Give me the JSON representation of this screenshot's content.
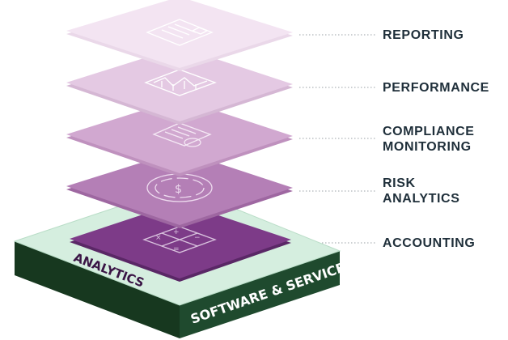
{
  "layers": [
    {
      "id": "reporting",
      "icon": "report-document-icon",
      "label_lines": [
        "REPORTING"
      ]
    },
    {
      "id": "performance",
      "icon": "trend-chart-icon",
      "label_lines": [
        "PERFORMANCE"
      ]
    },
    {
      "id": "compliance-monitoring",
      "icon": "compliance-document-icon",
      "label_lines": [
        "COMPLIANCE",
        "MONITORING"
      ]
    },
    {
      "id": "risk-analytics",
      "icon": "dollar-cycle-icon",
      "label_lines": [
        "RISK",
        "ANALYTICS"
      ]
    },
    {
      "id": "accounting",
      "icon": "calculator-icon",
      "label_lines": [
        "ACCOUNTING"
      ]
    }
  ],
  "base": {
    "top_text": "ANALYTICS",
    "front_text": "SOFTWARE & SERVICES"
  },
  "colors": {
    "reporting": "#f3e4f2",
    "performance": "#e4c9e3",
    "compliance": "#d1a8d0",
    "risk": "#b47fb6",
    "accounting": "#7d3b88",
    "base_top": "#d5eedf",
    "base_side": "#1f4a2e",
    "label_text": "#1f2f3a",
    "leader": "#9aa0a6"
  }
}
